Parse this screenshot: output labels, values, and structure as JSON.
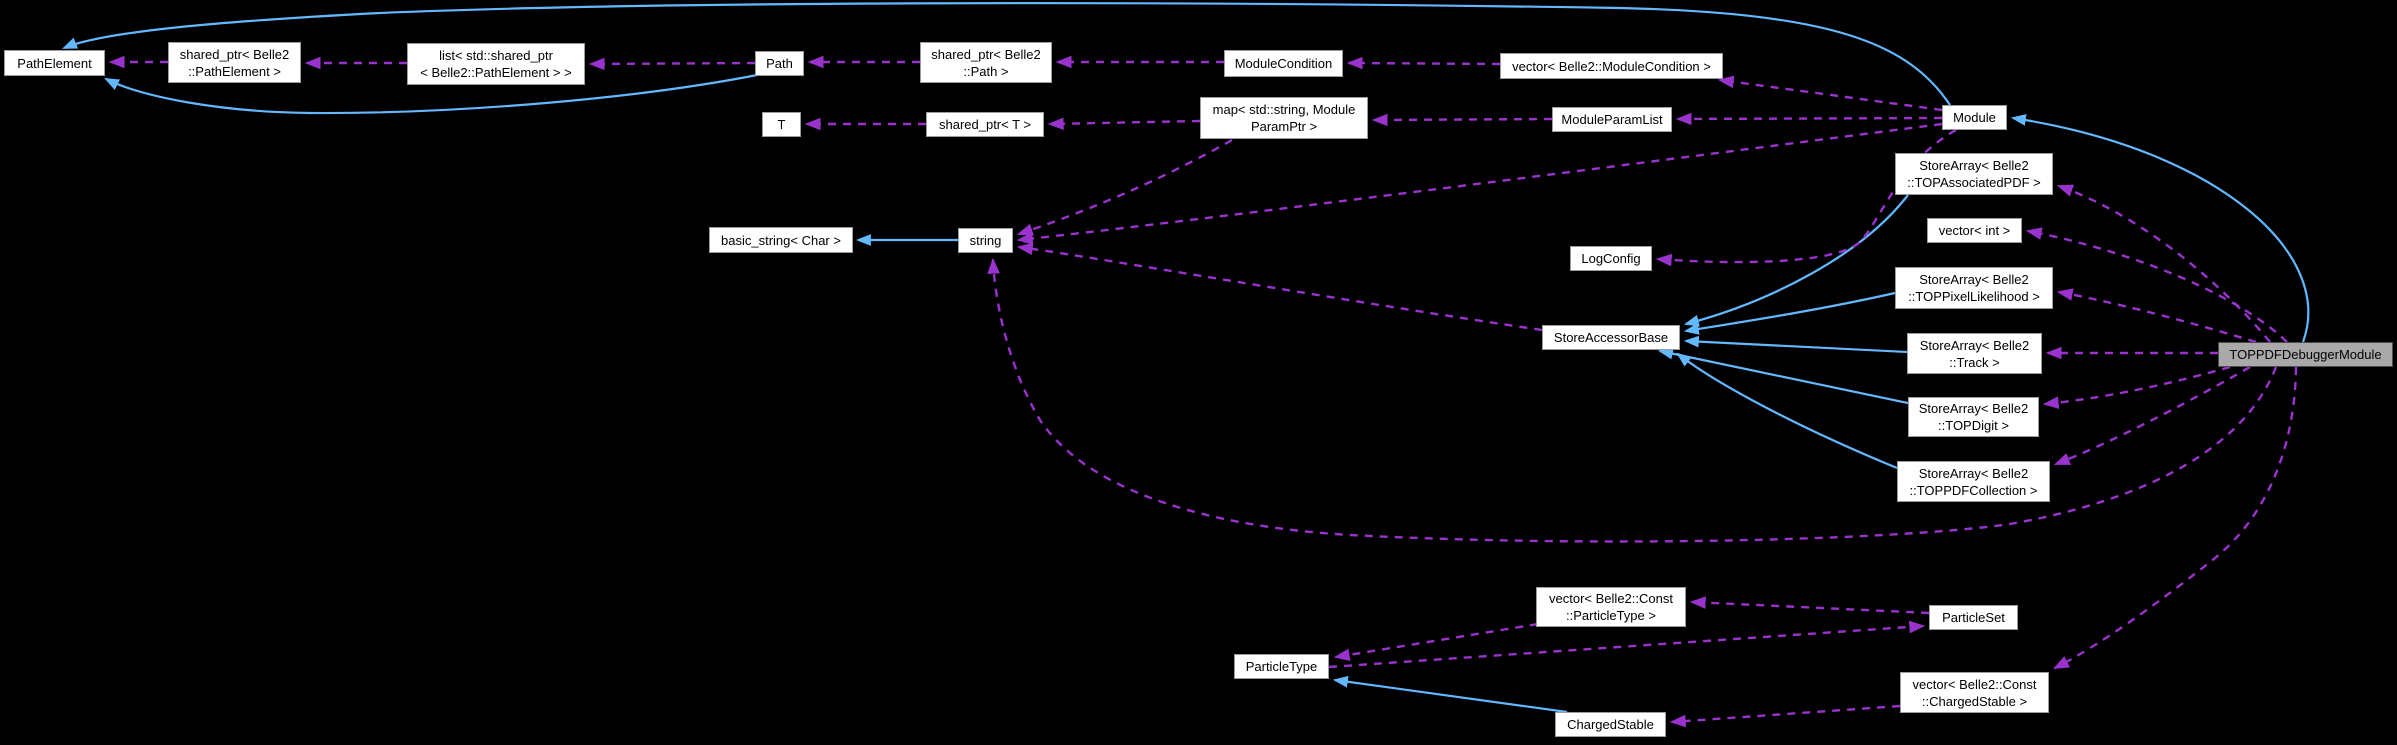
{
  "diagram": {
    "type": "collaboration-graph",
    "background_color": "#000000",
    "colors": {
      "inheritance_edge": "#63b8ff",
      "usage_edge": "#9a32cd",
      "node_fill": "#ffffff",
      "node_border": "#9c9c9c",
      "node_text": "#000000",
      "highlight_node_fill": "#a9a9a9",
      "highlight_node_border": "#4d4d4d"
    },
    "legend": {
      "solid_edge_meaning": "inheritance",
      "dashed_edge_meaning": "usage / membership"
    },
    "nodes": [
      {
        "id": "path_element",
        "label": "PathElement",
        "highlighted": false
      },
      {
        "id": "shared_ptr_path_element",
        "label": "shared_ptr< Belle2\n::PathElement >",
        "highlighted": false
      },
      {
        "id": "list_shared_ptr",
        "label": "list< std::shared_ptr\n< Belle2::PathElement > >",
        "highlighted": false
      },
      {
        "id": "path",
        "label": "Path",
        "highlighted": false
      },
      {
        "id": "shared_ptr_path",
        "label": "shared_ptr< Belle2\n::Path >",
        "highlighted": false
      },
      {
        "id": "module_condition",
        "label": "ModuleCondition",
        "highlighted": false
      },
      {
        "id": "vector_module_condition",
        "label": "vector< Belle2::ModuleCondition >",
        "highlighted": false
      },
      {
        "id": "module",
        "label": "Module",
        "highlighted": false
      },
      {
        "id": "t",
        "label": "T",
        "highlighted": false
      },
      {
        "id": "shared_ptr_t",
        "label": "shared_ptr< T >",
        "highlighted": false
      },
      {
        "id": "map_module_param",
        "label": "map< std::string, Module\nParamPtr >",
        "highlighted": false
      },
      {
        "id": "module_param_list",
        "label": "ModuleParamList",
        "highlighted": false
      },
      {
        "id": "basic_string",
        "label": "basic_string< Char >",
        "highlighted": false
      },
      {
        "id": "string",
        "label": "string",
        "highlighted": false
      },
      {
        "id": "log_config",
        "label": "LogConfig",
        "highlighted": false
      },
      {
        "id": "store_accessor_base",
        "label": "StoreAccessorBase",
        "highlighted": false
      },
      {
        "id": "sa_top_associated_pdf",
        "label": "StoreArray< Belle2\n::TOPAssociatedPDF >",
        "highlighted": false
      },
      {
        "id": "vector_int",
        "label": "vector< int >",
        "highlighted": false
      },
      {
        "id": "sa_top_pixel_likelihood",
        "label": "StoreArray< Belle2\n::TOPPixelLikelihood >",
        "highlighted": false
      },
      {
        "id": "sa_track",
        "label": "StoreArray< Belle2\n::Track >",
        "highlighted": false
      },
      {
        "id": "sa_top_digit",
        "label": "StoreArray< Belle2\n::TOPDigit >",
        "highlighted": false
      },
      {
        "id": "sa_top_pdf_collection",
        "label": "StoreArray< Belle2\n::TOPPDFCollection >",
        "highlighted": false
      },
      {
        "id": "toppdf_debugger_module",
        "label": "TOPPDFDebuggerModule",
        "highlighted": true
      },
      {
        "id": "vector_particle_type",
        "label": "vector< Belle2::Const\n::ParticleType >",
        "highlighted": false
      },
      {
        "id": "particle_set",
        "label": "ParticleSet",
        "highlighted": false
      },
      {
        "id": "particle_type",
        "label": "ParticleType",
        "highlighted": false
      },
      {
        "id": "vector_charged_stable",
        "label": "vector< Belle2::Const\n::ChargedStable >",
        "highlighted": false
      },
      {
        "id": "charged_stable",
        "label": "ChargedStable",
        "highlighted": false
      }
    ],
    "edges": [
      {
        "from": "module",
        "to": "path_element",
        "style": "inheritance"
      },
      {
        "from": "path",
        "to": "path_element",
        "style": "inheritance"
      },
      {
        "from": "string",
        "to": "basic_string",
        "style": "inheritance"
      },
      {
        "from": "toppdf_debugger_module",
        "to": "module",
        "style": "inheritance"
      },
      {
        "from": "sa_top_associated_pdf",
        "to": "store_accessor_base",
        "style": "inheritance"
      },
      {
        "from": "sa_top_pixel_likelihood",
        "to": "store_accessor_base",
        "style": "inheritance"
      },
      {
        "from": "sa_track",
        "to": "store_accessor_base",
        "style": "inheritance"
      },
      {
        "from": "sa_top_digit",
        "to": "store_accessor_base",
        "style": "inheritance"
      },
      {
        "from": "sa_top_pdf_collection",
        "to": "store_accessor_base",
        "style": "inheritance"
      },
      {
        "from": "charged_stable",
        "to": "particle_type",
        "style": "inheritance"
      },
      {
        "from": "shared_ptr_path_element",
        "to": "path_element",
        "style": "usage"
      },
      {
        "from": "list_shared_ptr",
        "to": "shared_ptr_path_element",
        "style": "usage"
      },
      {
        "from": "path",
        "to": "list_shared_ptr",
        "style": "usage"
      },
      {
        "from": "shared_ptr_path",
        "to": "path",
        "style": "usage"
      },
      {
        "from": "module_condition",
        "to": "shared_ptr_path",
        "style": "usage"
      },
      {
        "from": "vector_module_condition",
        "to": "module_condition",
        "style": "usage"
      },
      {
        "from": "module",
        "to": "vector_module_condition",
        "style": "usage"
      },
      {
        "from": "shared_ptr_t",
        "to": "t",
        "style": "usage"
      },
      {
        "from": "map_module_param",
        "to": "shared_ptr_t",
        "style": "usage"
      },
      {
        "from": "module_param_list",
        "to": "map_module_param",
        "style": "usage"
      },
      {
        "from": "module",
        "to": "module_param_list",
        "style": "usage"
      },
      {
        "from": "map_module_param",
        "to": "string",
        "style": "usage"
      },
      {
        "from": "module",
        "to": "string",
        "style": "usage"
      },
      {
        "from": "store_accessor_base",
        "to": "string",
        "style": "usage"
      },
      {
        "from": "module",
        "to": "log_config",
        "style": "usage"
      },
      {
        "from": "toppdf_debugger_module",
        "to": "sa_top_associated_pdf",
        "style": "usage"
      },
      {
        "from": "toppdf_debugger_module",
        "to": "vector_int",
        "style": "usage"
      },
      {
        "from": "toppdf_debugger_module",
        "to": "sa_top_pixel_likelihood",
        "style": "usage"
      },
      {
        "from": "toppdf_debugger_module",
        "to": "sa_track",
        "style": "usage"
      },
      {
        "from": "toppdf_debugger_module",
        "to": "sa_top_digit",
        "style": "usage"
      },
      {
        "from": "toppdf_debugger_module",
        "to": "sa_top_pdf_collection",
        "style": "usage"
      },
      {
        "from": "toppdf_debugger_module",
        "to": "vector_charged_stable",
        "style": "usage"
      },
      {
        "from": "toppdf_debugger_module",
        "to": "string",
        "style": "usage"
      },
      {
        "from": "particle_set",
        "to": "vector_particle_type",
        "style": "usage"
      },
      {
        "from": "vector_particle_type",
        "to": "particle_type",
        "style": "usage"
      },
      {
        "from": "particle_type",
        "to": "particle_set",
        "style": "usage"
      },
      {
        "from": "vector_charged_stable",
        "to": "charged_stable",
        "style": "usage"
      }
    ]
  }
}
